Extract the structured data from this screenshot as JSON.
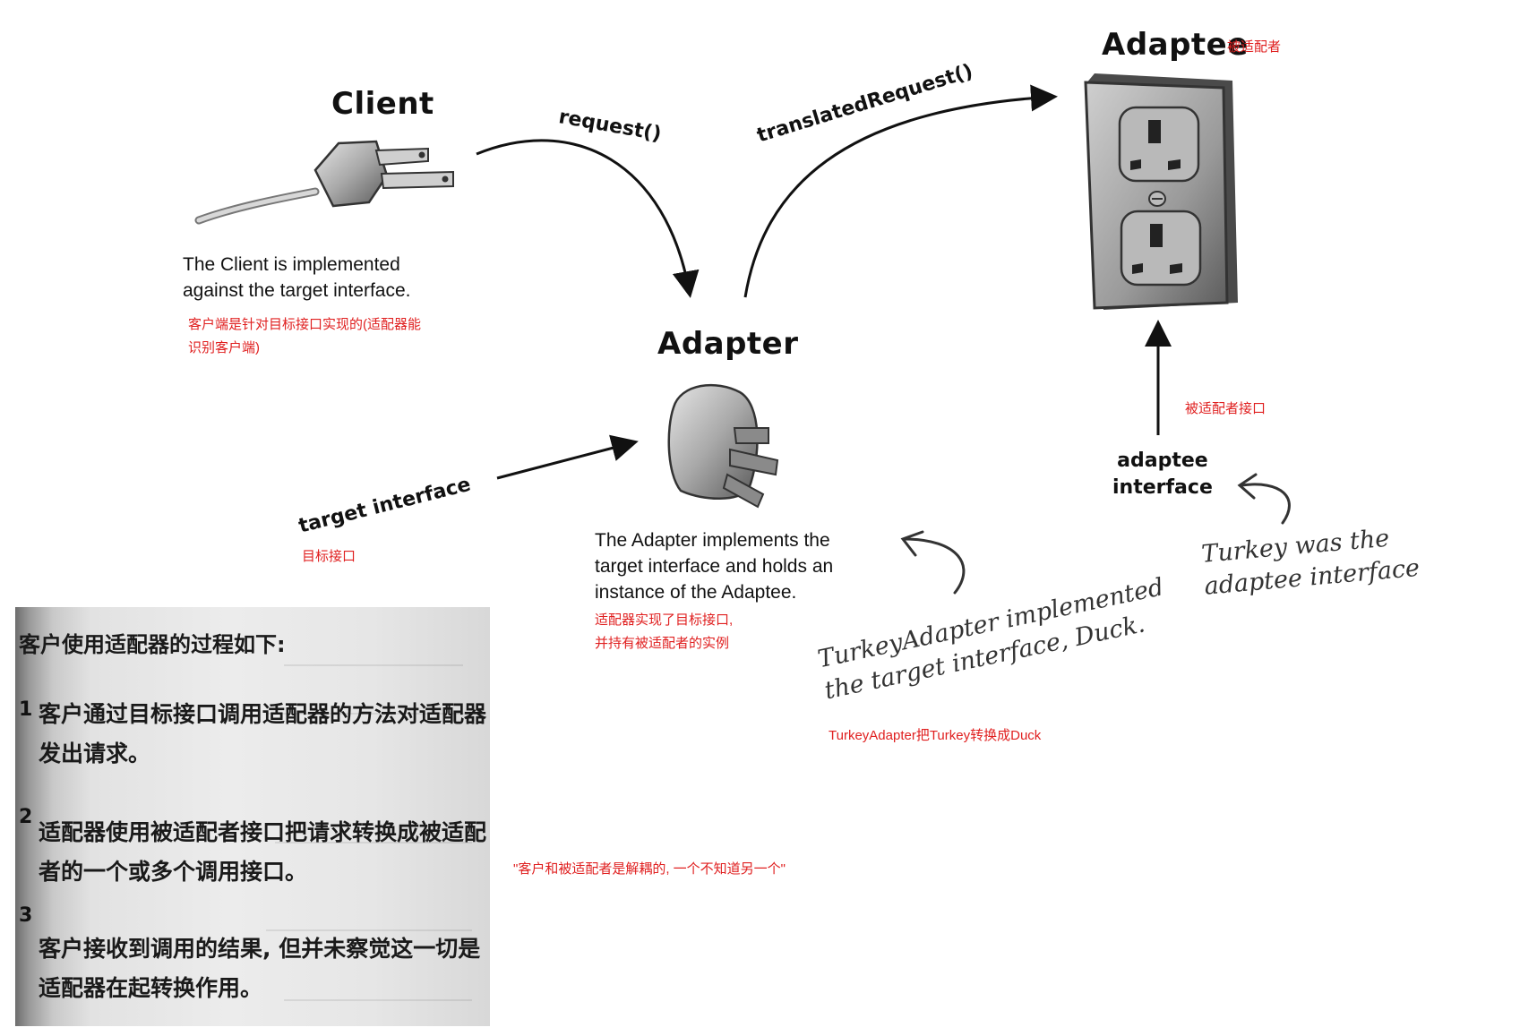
{
  "nodes": {
    "client": {
      "title": "Client",
      "description": "The Client is implemented\n against the target interface.",
      "note_zh": "客户端是针对目标接口实现的(适配器能\n识别客户端)"
    },
    "adapter": {
      "title": "Adapter",
      "description": "The Adapter implements the\n target interface and holds an\n instance of the Adaptee.",
      "note_zh": "适配器实现了目标接口,\n并持有被适配者的实例"
    },
    "adaptee": {
      "title": "Adaptee",
      "note_zh": "被适配者"
    }
  },
  "edges": {
    "request": "request()",
    "translated_request": "translatedRequest()",
    "target_interface": "target interface",
    "target_interface_zh": "目标接口",
    "adaptee_interface": "adaptee\ninterface",
    "adaptee_interface_zh": "被适配者接口"
  },
  "handwritten": {
    "turkey_adapter": "TurkeyAdapter implemented\nthe target interface, Duck.",
    "turkey_adapter_zh": "TurkeyAdapter把Turkey转换成Duck",
    "turkey_adaptee": "Turkey was the\nadaptee interface"
  },
  "decoupled_note": "\"客户和被适配者是解耦的, 一个不知道另一个\"",
  "book_excerpt": {
    "heading": "客户使用适配器的过程如下:",
    "steps": [
      {
        "num": "1",
        "lines": [
          "客户通过目标接口调用适配器的方法对适配器",
          "发出请求。"
        ]
      },
      {
        "num": "2",
        "lines": [
          "适配器使用被适配者接口把请求转换成被适配",
          "者的一个或多个调用接口。"
        ]
      },
      {
        "num": "3",
        "lines": [
          "客户接收到调用的结果, 但并未察觉这一切是",
          "适配器在起转换作用。"
        ]
      }
    ]
  },
  "colors": {
    "annotation": "#e02020",
    "ink": "#111111"
  },
  "icons": [
    "plug-icon",
    "adapter-icon",
    "wall-outlet-icon"
  ]
}
